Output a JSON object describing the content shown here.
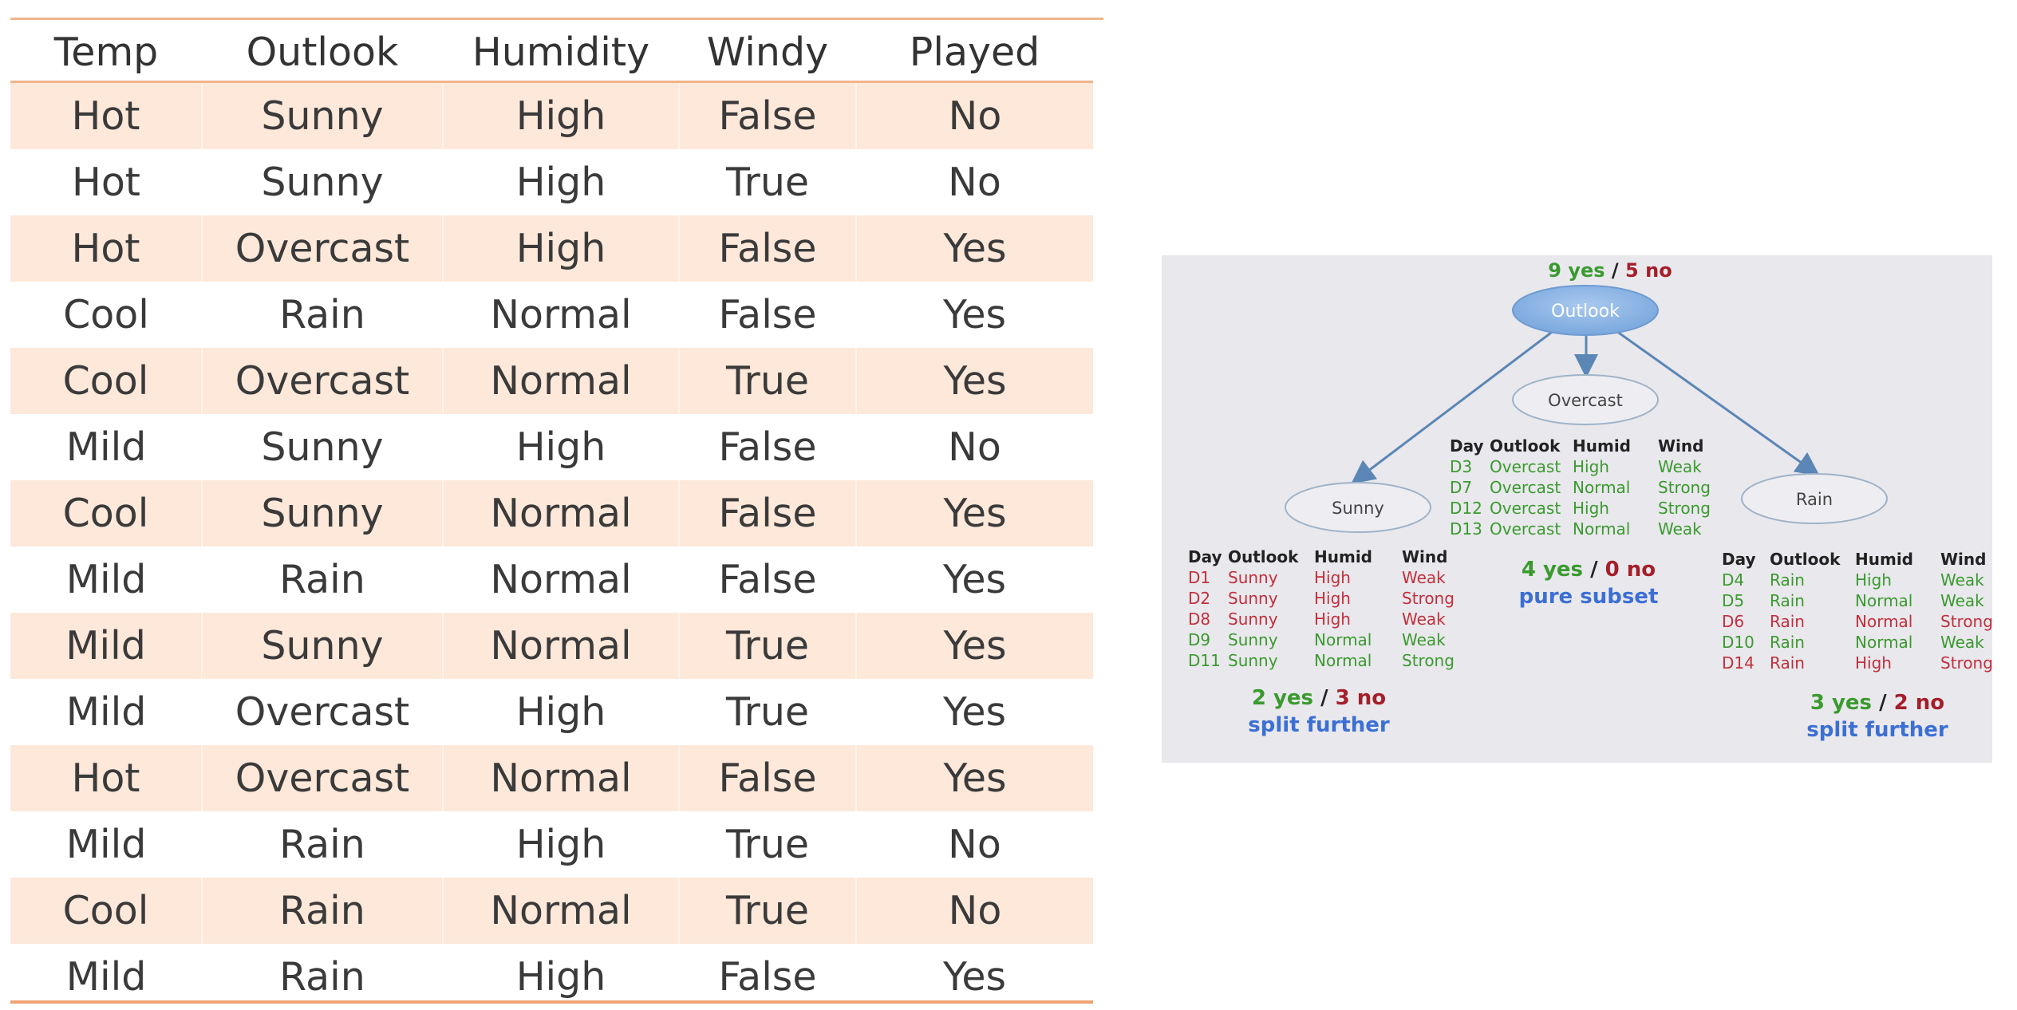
{
  "table": {
    "headers": [
      "Temp",
      "Outlook",
      "Humidity",
      "Windy",
      "Played"
    ],
    "rows": [
      [
        "Hot",
        "Sunny",
        "High",
        "False",
        "No"
      ],
      [
        "Hot",
        "Sunny",
        "High",
        "True",
        "No"
      ],
      [
        "Hot",
        "Overcast",
        "High",
        "False",
        "Yes"
      ],
      [
        "Cool",
        "Rain",
        "Normal",
        "False",
        "Yes"
      ],
      [
        "Cool",
        "Overcast",
        "Normal",
        "True",
        "Yes"
      ],
      [
        "Mild",
        "Sunny",
        "High",
        "False",
        "No"
      ],
      [
        "Cool",
        "Sunny",
        "Normal",
        "False",
        "Yes"
      ],
      [
        "Mild",
        "Rain",
        "Normal",
        "False",
        "Yes"
      ],
      [
        "Mild",
        "Sunny",
        "Normal",
        "True",
        "Yes"
      ],
      [
        "Mild",
        "Overcast",
        "High",
        "True",
        "Yes"
      ],
      [
        "Hot",
        "Overcast",
        "Normal",
        "False",
        "Yes"
      ],
      [
        "Mild",
        "Rain",
        "High",
        "True",
        "No"
      ],
      [
        "Cool",
        "Rain",
        "Normal",
        "True",
        "No"
      ],
      [
        "Mild",
        "Rain",
        "High",
        "False",
        "Yes"
      ]
    ],
    "colors": {
      "band": "#fde8da",
      "rule": "#f0b48a"
    }
  },
  "tree": {
    "root": {
      "label": "Outlook",
      "yes": "9 yes",
      "sep": "/",
      "no": "5 no"
    },
    "overcast": {
      "label": "Overcast",
      "headers": [
        "Day",
        "Outlook",
        "Humid",
        "Wind"
      ],
      "rows": [
        [
          "D3",
          "Overcast",
          "High",
          "Weak"
        ],
        [
          "D7",
          "Overcast",
          "Normal",
          "Strong"
        ],
        [
          "D12",
          "Overcast",
          "High",
          "Strong"
        ],
        [
          "D13",
          "Overcast",
          "Normal",
          "Weak"
        ]
      ],
      "row_colors": [
        "green",
        "green",
        "green",
        "green"
      ],
      "yes": "4 yes",
      "sep": "/",
      "no": "0 no",
      "note": "pure subset"
    },
    "sunny": {
      "label": "Sunny",
      "headers": [
        "Day",
        "Outlook",
        "Humid",
        "Wind"
      ],
      "rows": [
        [
          "D1",
          "Sunny",
          "High",
          "Weak"
        ],
        [
          "D2",
          "Sunny",
          "High",
          "Strong"
        ],
        [
          "D8",
          "Sunny",
          "High",
          "Weak"
        ],
        [
          "D9",
          "Sunny",
          "Normal",
          "Weak"
        ],
        [
          "D11",
          "Sunny",
          "Normal",
          "Strong"
        ]
      ],
      "row_colors": [
        "red",
        "red",
        "red",
        "green",
        "green"
      ],
      "yes": "2 yes",
      "sep": "/",
      "no": "3 no",
      "note": "split further"
    },
    "rain": {
      "label": "Rain",
      "headers": [
        "Day",
        "Outlook",
        "Humid",
        "Wind"
      ],
      "rows": [
        [
          "D4",
          "Rain",
          "High",
          "Weak"
        ],
        [
          "D5",
          "Rain",
          "Normal",
          "Weak"
        ],
        [
          "D6",
          "Rain",
          "Normal",
          "Strong"
        ],
        [
          "D10",
          "Rain",
          "Normal",
          "Weak"
        ],
        [
          "D14",
          "Rain",
          "High",
          "Strong"
        ]
      ],
      "row_colors": [
        "green",
        "green",
        "red",
        "green",
        "red"
      ],
      "yes": "3 yes",
      "sep": "/",
      "no": "2 no",
      "note": "split further"
    },
    "colors": {
      "yes": "#3a9a2e",
      "no": "#a31f2a",
      "note": "#3c6fd4",
      "row_green": "#3a9a2e",
      "row_red": "#c0303c",
      "root_fill": "#8eb6e6",
      "node_fill": "#eeeef2",
      "edge": "#5b86b5"
    }
  }
}
